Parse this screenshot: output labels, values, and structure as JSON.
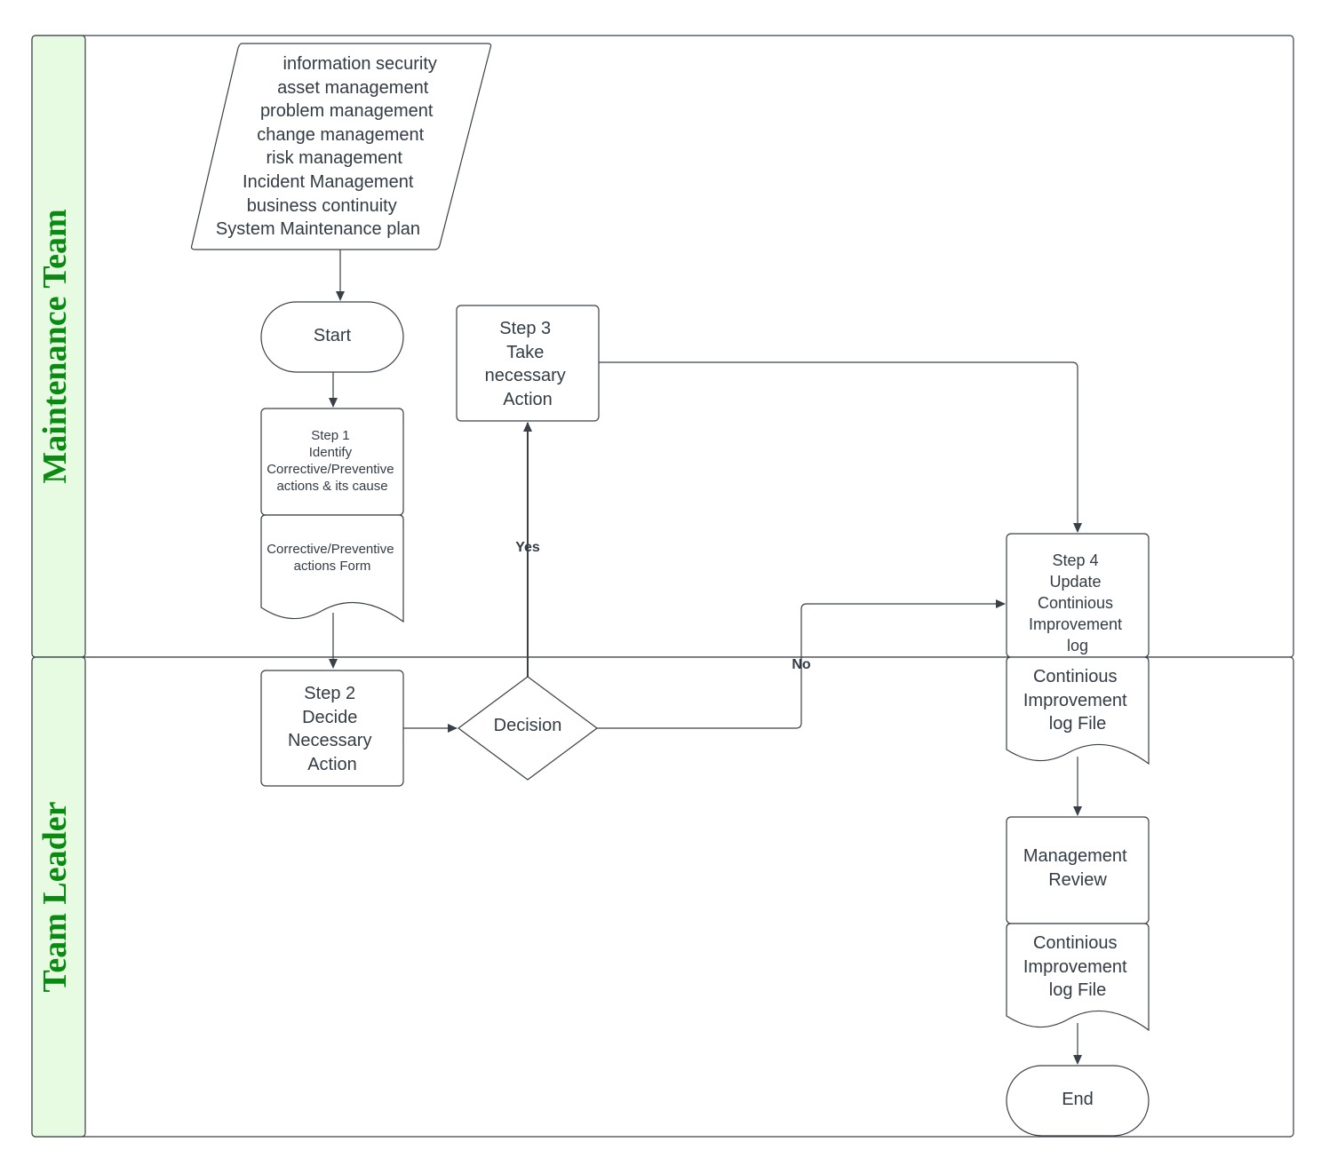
{
  "colors": {
    "lane_header_fill": "#e6fbe2",
    "lane_title": "#0b8a12",
    "stroke": "#3a4048",
    "text": "#333b45"
  },
  "lanes": {
    "maintenance": {
      "title": "Maintenance Team"
    },
    "leader": {
      "title": "Team Leader"
    }
  },
  "nodes": {
    "inputs": {
      "lines": [
        "information security",
        "asset management",
        "problem management",
        "change management",
        "risk management",
        "Incident Management",
        "business continuity",
        "System Maintenance plan"
      ]
    },
    "start": {
      "label": "Start"
    },
    "step1": {
      "lines": [
        "Step 1",
        "Identify",
        "Corrective/Preventive",
        "actions & its cause"
      ]
    },
    "form": {
      "lines": [
        "Corrective/Preventive",
        "actions  Form"
      ]
    },
    "step2": {
      "lines": [
        "Step 2",
        "Decide",
        "Necessary",
        "Action"
      ]
    },
    "decision": {
      "label": "Decision"
    },
    "step3": {
      "lines": [
        "Step 3",
        "Take",
        "necessary",
        "Action"
      ]
    },
    "step4": {
      "lines": [
        "Step 4",
        "Update",
        "Continious",
        "Improvement",
        "log"
      ]
    },
    "ci_file_1": {
      "lines": [
        "Continious",
        "Improvement",
        "log  File"
      ]
    },
    "review": {
      "lines": [
        "Management",
        "Review"
      ]
    },
    "ci_file_2": {
      "lines": [
        "Continious",
        "Improvement",
        "log  File"
      ]
    },
    "end": {
      "label": "End"
    }
  },
  "edges": {
    "yes": {
      "label": "Yes"
    },
    "no": {
      "label": "No"
    }
  }
}
